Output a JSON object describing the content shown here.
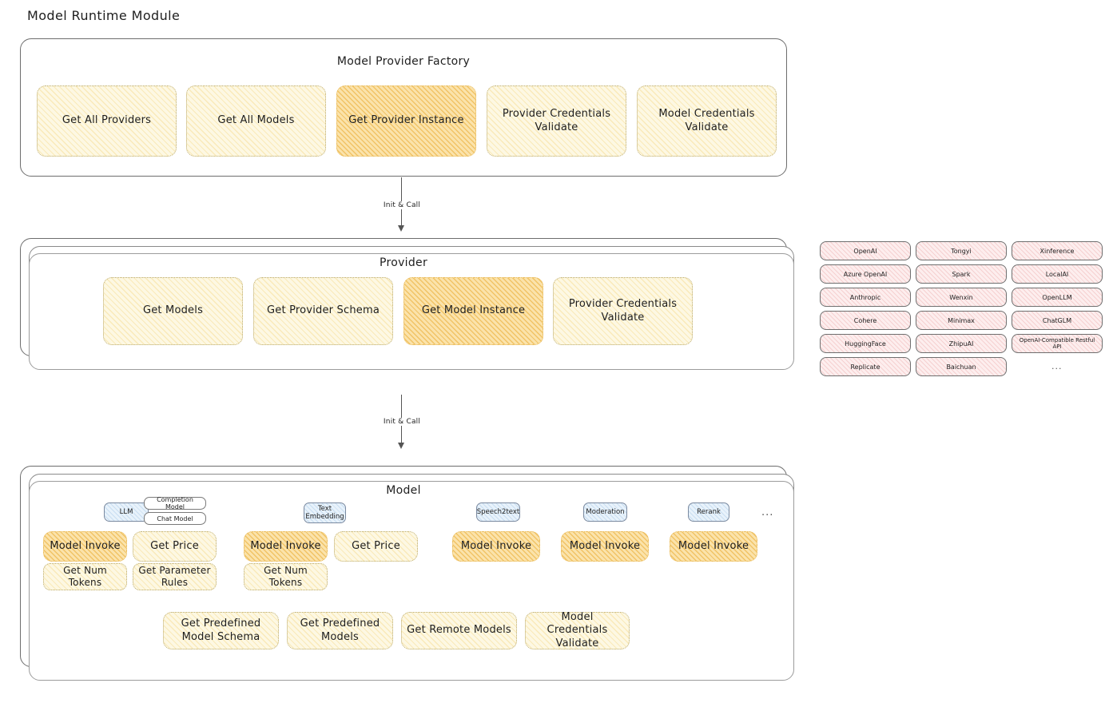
{
  "page": {
    "title": "Model Runtime Module"
  },
  "factory": {
    "title": "Model Provider Factory",
    "nodes": [
      {
        "label": "Get All Providers",
        "highlighted": false
      },
      {
        "label": "Get All Models",
        "highlighted": false
      },
      {
        "label": "Get Provider Instance",
        "highlighted": true
      },
      {
        "label": "Provider Credentials Validate",
        "highlighted": false
      },
      {
        "label": "Model Credentials Validate",
        "highlighted": false
      }
    ]
  },
  "arrows": [
    {
      "label": "Init & Call",
      "from": "Model Provider Factory",
      "to": "Provider"
    },
    {
      "label": "Init & Call",
      "from": "Provider",
      "to": "Model"
    }
  ],
  "provider": {
    "title": "Provider",
    "nodes": [
      {
        "label": "Get Models",
        "highlighted": false
      },
      {
        "label": "Get Provider Schema",
        "highlighted": false
      },
      {
        "label": "Get Model Instance",
        "highlighted": true
      },
      {
        "label": "Provider Credentials Validate",
        "highlighted": false
      }
    ]
  },
  "provider_list": {
    "columns": [
      [
        "OpenAI",
        "Azure OpenAI",
        "Anthropic",
        "Cohere",
        "HuggingFace",
        "Replicate"
      ],
      [
        "Tongyi",
        "Spark",
        "Wenxin",
        "Minimax",
        "ZhipuAI",
        "Baichuan"
      ],
      [
        "Xinference",
        "LocalAI",
        "OpenLLM",
        "ChatGLM",
        "OpenAI-Compatible Restful API"
      ]
    ],
    "more": "..."
  },
  "model": {
    "title": "Model",
    "more": "...",
    "types": [
      {
        "name": "LLM",
        "accent": "blue",
        "subtypes": [
          "Completion Model",
          "Chat Model"
        ],
        "methods": [
          {
            "label": "Model Invoke",
            "highlighted": true
          },
          {
            "label": "Get Price",
            "highlighted": false
          },
          {
            "label": "Get Num Tokens",
            "highlighted": false
          },
          {
            "label": "Get Parameter Rules",
            "highlighted": false
          }
        ]
      },
      {
        "name": "Text Embedding",
        "accent": "blue",
        "subtypes": [],
        "methods": [
          {
            "label": "Model Invoke",
            "highlighted": true
          },
          {
            "label": "Get Price",
            "highlighted": false
          },
          {
            "label": "Get Num Tokens",
            "highlighted": false
          }
        ]
      },
      {
        "name": "Speech2text",
        "accent": "blue",
        "subtypes": [],
        "methods": [
          {
            "label": "Model Invoke",
            "highlighted": true
          }
        ]
      },
      {
        "name": "Moderation",
        "accent": "blue",
        "subtypes": [],
        "methods": [
          {
            "label": "Model Invoke",
            "highlighted": true
          }
        ]
      },
      {
        "name": "Rerank",
        "accent": "blue",
        "subtypes": [],
        "methods": [
          {
            "label": "Model Invoke",
            "highlighted": true
          }
        ]
      }
    ],
    "common_methods": [
      "Get Predefined Model Schema",
      "Get Predefined Models",
      "Get Remote Models",
      "Model Credentials Validate"
    ]
  },
  "colors": {
    "node_fill": "#fdf8e3",
    "node_fill_highlight": "#fbe3ab",
    "node_border": "#b9a96b",
    "chip_blue": "#e8f2fb",
    "chip_pink": "#fdeeee",
    "panel_border": "#6d6d6d",
    "text": "#1e1e1e"
  }
}
